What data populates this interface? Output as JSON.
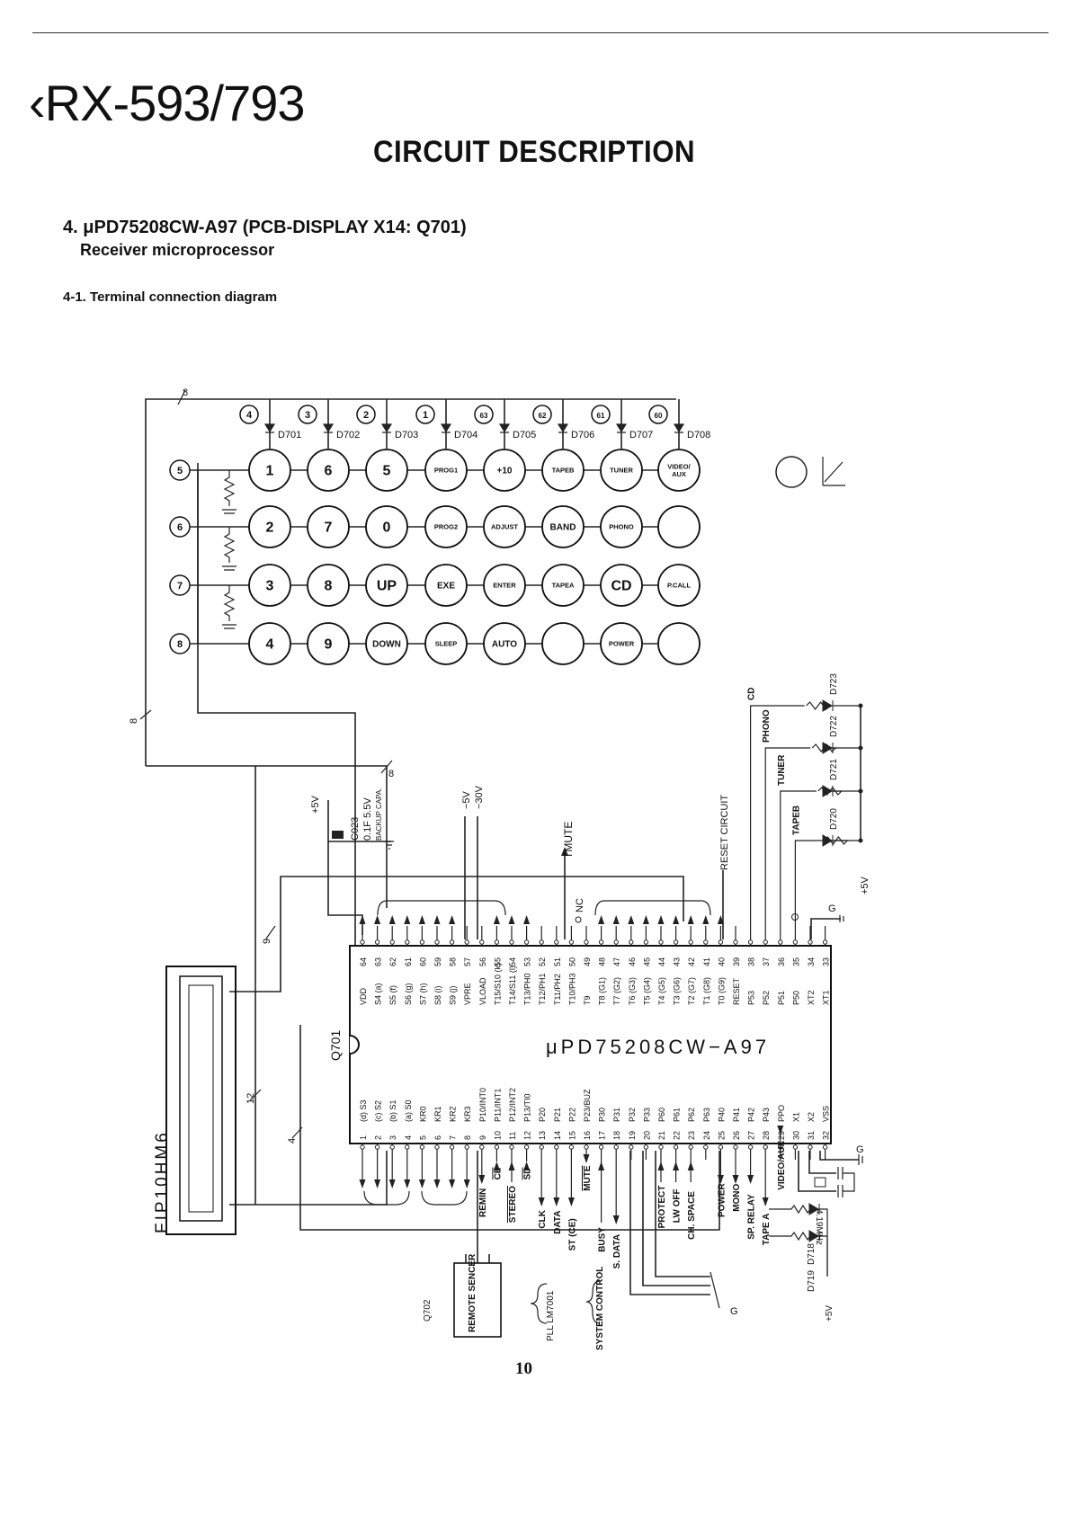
{
  "header": {
    "model": "‹RX-593/793",
    "title": "CIRCUIT DESCRIPTION"
  },
  "section": {
    "heading": "4. μPD75208CW-A97 (PCB-DISPLAY X14: Q701)",
    "subheading": "Receiver microprocessor",
    "subsection": "4-1. Terminal connection diagram"
  },
  "page_number": "10",
  "diagram": {
    "chip_name": "μPD75208CW−A97",
    "chip_ref": "Q701",
    "display_ref": "FIP10HM6",
    "remote_ref": "Q702",
    "remote_label": "REMOTE SENCER",
    "cap_label": [
      "C023",
      "0.1F 5.5V",
      "BACKUP CAPA."
    ],
    "supply_labels": [
      "+5V",
      "−5V",
      "−30V"
    ],
    "tmute_label": "TMUTE",
    "nc_label": "NC",
    "reset_circuit_label": "RESET CIRCUIT",
    "plus5v_label": "+5V",
    "ground_label": "G",
    "bus_labels": [
      "8",
      "8",
      "8",
      "9",
      "12",
      "4"
    ],
    "column_numbers": [
      "4",
      "3",
      "2",
      "1",
      "63",
      "62",
      "61",
      "60"
    ],
    "row_numbers": [
      "5",
      "6",
      "7",
      "8"
    ],
    "column_diodes": [
      "D701",
      "D702",
      "D703",
      "D704",
      "D705",
      "D706",
      "D707",
      "D708"
    ],
    "keys": [
      [
        "1",
        "6",
        "5",
        "PROG1",
        "+10",
        "TAPEB",
        "TUNER",
        "VIDEO/AUX"
      ],
      [
        "2",
        "7",
        "0",
        "PROG2",
        "ADJUST",
        "BAND",
        "PHONO",
        ""
      ],
      [
        "3",
        "8",
        "UP",
        "EXE",
        "ENTER",
        "TAPEA",
        "CD",
        "P.CALL"
      ],
      [
        "4",
        "9",
        "DOWN",
        "SLEEP",
        "AUTO",
        "",
        "POWER",
        ""
      ]
    ],
    "top_pins": [
      {
        "num": "64",
        "name": "VDD"
      },
      {
        "num": "63",
        "name": "S4 (a)"
      },
      {
        "num": "62",
        "name": "S5 (f)"
      },
      {
        "num": "61",
        "name": "S6 (g)"
      },
      {
        "num": "60",
        "name": "S7 (h)"
      },
      {
        "num": "59",
        "name": "S8 (i)"
      },
      {
        "num": "58",
        "name": "S9 (j)"
      },
      {
        "num": "57",
        "name": "VPRE"
      },
      {
        "num": "56",
        "name": "VLOAD"
      },
      {
        "num": "55",
        "name": "T15/S10 (k)"
      },
      {
        "num": "54",
        "name": "T14/S11 (l)"
      },
      {
        "num": "53",
        "name": "T13/PH0"
      },
      {
        "num": "52",
        "name": "T12/PH1"
      },
      {
        "num": "51",
        "name": "T11/PH2"
      },
      {
        "num": "50",
        "name": "T10/PH3"
      },
      {
        "num": "49",
        "name": "T9"
      },
      {
        "num": "48",
        "name": "T8 (G1)"
      },
      {
        "num": "47",
        "name": "T7 (G2)"
      },
      {
        "num": "46",
        "name": "T6 (G3)"
      },
      {
        "num": "45",
        "name": "T5 (G4)"
      },
      {
        "num": "44",
        "name": "T4 (G5)"
      },
      {
        "num": "43",
        "name": "T3 (G6)"
      },
      {
        "num": "42",
        "name": "T2 (G7)"
      },
      {
        "num": "41",
        "name": "T1 (G8)"
      },
      {
        "num": "40",
        "name": "T0 (G9)"
      },
      {
        "num": "39",
        "name": "RESET"
      },
      {
        "num": "38",
        "name": "P53"
      },
      {
        "num": "37",
        "name": "P52"
      },
      {
        "num": "36",
        "name": "P51"
      },
      {
        "num": "35",
        "name": "P50"
      },
      {
        "num": "34",
        "name": "XT2"
      },
      {
        "num": "33",
        "name": "XT1"
      }
    ],
    "bottom_pins": [
      {
        "num": "1",
        "name": "(d) S3"
      },
      {
        "num": "2",
        "name": "(c) S2"
      },
      {
        "num": "3",
        "name": "(b) S1"
      },
      {
        "num": "4",
        "name": "(a) S0"
      },
      {
        "num": "5",
        "name": "KR0"
      },
      {
        "num": "6",
        "name": "KR1"
      },
      {
        "num": "7",
        "name": "KR2"
      },
      {
        "num": "8",
        "name": "KR3"
      },
      {
        "num": "9",
        "name": "P10/INT0"
      },
      {
        "num": "10",
        "name": "P11/INT1"
      },
      {
        "num": "11",
        "name": "P12/INT2"
      },
      {
        "num": "12",
        "name": "P13/TI0"
      },
      {
        "num": "13",
        "name": "P20"
      },
      {
        "num": "14",
        "name": "P21"
      },
      {
        "num": "15",
        "name": "P22"
      },
      {
        "num": "16",
        "name": "P23/BUZ"
      },
      {
        "num": "17",
        "name": "P30"
      },
      {
        "num": "18",
        "name": "P31"
      },
      {
        "num": "19",
        "name": "P32"
      },
      {
        "num": "20",
        "name": "P33"
      },
      {
        "num": "21",
        "name": "P60"
      },
      {
        "num": "22",
        "name": "P61"
      },
      {
        "num": "23",
        "name": "P62"
      },
      {
        "num": "24",
        "name": "P63"
      },
      {
        "num": "25",
        "name": "P40"
      },
      {
        "num": "26",
        "name": "P41"
      },
      {
        "num": "27",
        "name": "P42"
      },
      {
        "num": "28",
        "name": "P43"
      },
      {
        "num": "29",
        "name": "PPO"
      },
      {
        "num": "30",
        "name": "X1"
      },
      {
        "num": "31",
        "name": "X2"
      },
      {
        "num": "32",
        "name": "VSS"
      }
    ],
    "signal_labels": [
      "REMIN",
      "CE",
      "STEREO",
      "SD",
      "CLK",
      "DATA",
      "ST (CE)",
      "MUTE",
      "BUSY",
      "S. DATA",
      "PROTECT",
      "LW OFF",
      "CH. SPACE",
      "POWER",
      "MONO",
      "SP. RELAY",
      "TAPE A",
      "VIDEO/AUX"
    ],
    "group_labels": [
      "PLL LM7001",
      "SYSTEM CONTROL"
    ],
    "led_labels": [
      "CD",
      "PHONO",
      "TUNER",
      "TAPEB"
    ],
    "led_refs": [
      "D723",
      "D722",
      "D721",
      "D720",
      "D719",
      "D718"
    ],
    "crystal_label": "4.19MHz"
  }
}
